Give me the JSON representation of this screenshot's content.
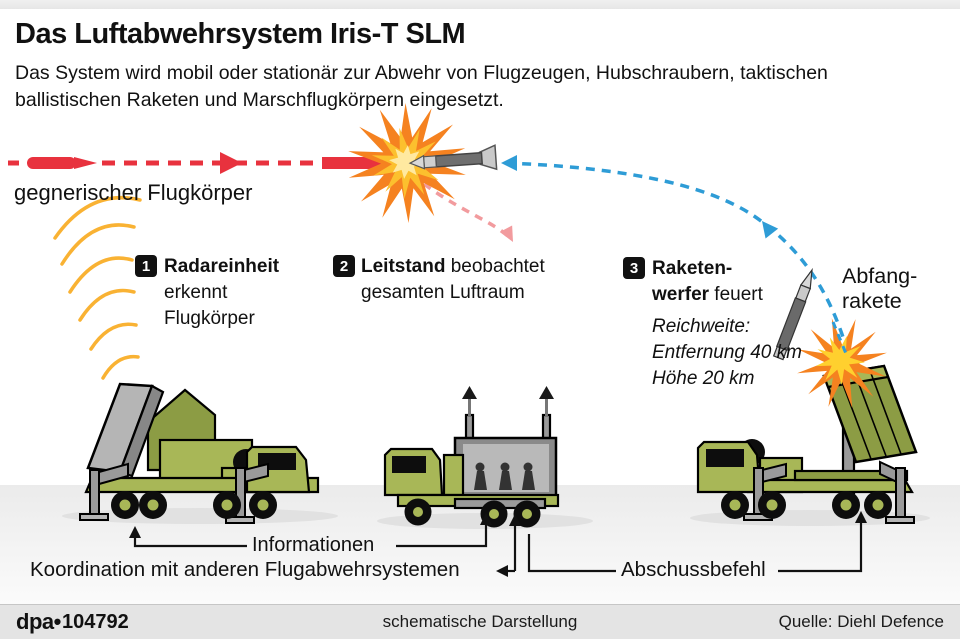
{
  "header": {
    "title": "Das Luftabwehrsystem Iris-T SLM",
    "subtitle": "Das System wird mobil oder stationär zur Abwehr von Flugzeugen, Hubschraubern, taktischen ballistischen Raketen und Marschflugkörpern eingesetzt."
  },
  "diagram": {
    "enemy_missile_label": "gegnerischer Flugkörper",
    "interceptor_label_line1": "Abfang-",
    "interceptor_label_line2": "rakete",
    "steps": [
      {
        "num": "1",
        "bold": "Radareinheit",
        "line2": "erkennt",
        "line3": "Flugkörper"
      },
      {
        "num": "2",
        "bold": "Leitstand",
        "rest": " beobachtet",
        "line2": "gesamten Luftraum"
      },
      {
        "num": "3",
        "bold": "Raketen-",
        "bold2": "werfer",
        "rest": " feuert"
      }
    ],
    "specs": {
      "line1": "Reichweite:",
      "line2": "Entfernung 40 km",
      "line3": "Höhe 20 km"
    },
    "flows": {
      "informationen": "Informationen",
      "koordination": "Koordination mit anderen Flugabwehrsystemen",
      "abschussbefehl": "Abschussbefehl"
    }
  },
  "footer": {
    "brand": "dpa•",
    "number": "104792",
    "center": "schematische Darstellung",
    "source": "Quelle: Diehl Defence"
  },
  "colors": {
    "enemy_red": "#e8323e",
    "trajectory_blue": "#2e9cd6",
    "handoff_pink": "#f29b9e",
    "explosion_orange": "#f58220",
    "explosion_yellow": "#fcc02e",
    "radar_wave_orange": "#f9b233",
    "vehicle_green": "#a8b757",
    "vehicle_green_dark": "#8c9c44"
  }
}
